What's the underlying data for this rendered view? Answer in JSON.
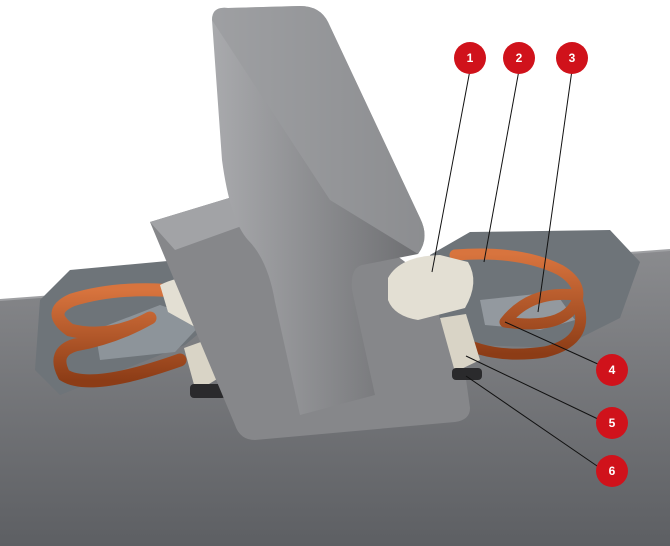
{
  "callouts": [
    {
      "number": "1"
    },
    {
      "number": "2"
    },
    {
      "number": "3"
    },
    {
      "number": "4"
    },
    {
      "number": "5"
    },
    {
      "number": "6"
    }
  ],
  "colors": {
    "callout_fill": "#d0121b",
    "rail": "#8e8e90",
    "sleeper": "#7c7d80",
    "clip": "#b5582a",
    "insulator": "#e3dfd3",
    "shoulder": "#6e7479"
  }
}
